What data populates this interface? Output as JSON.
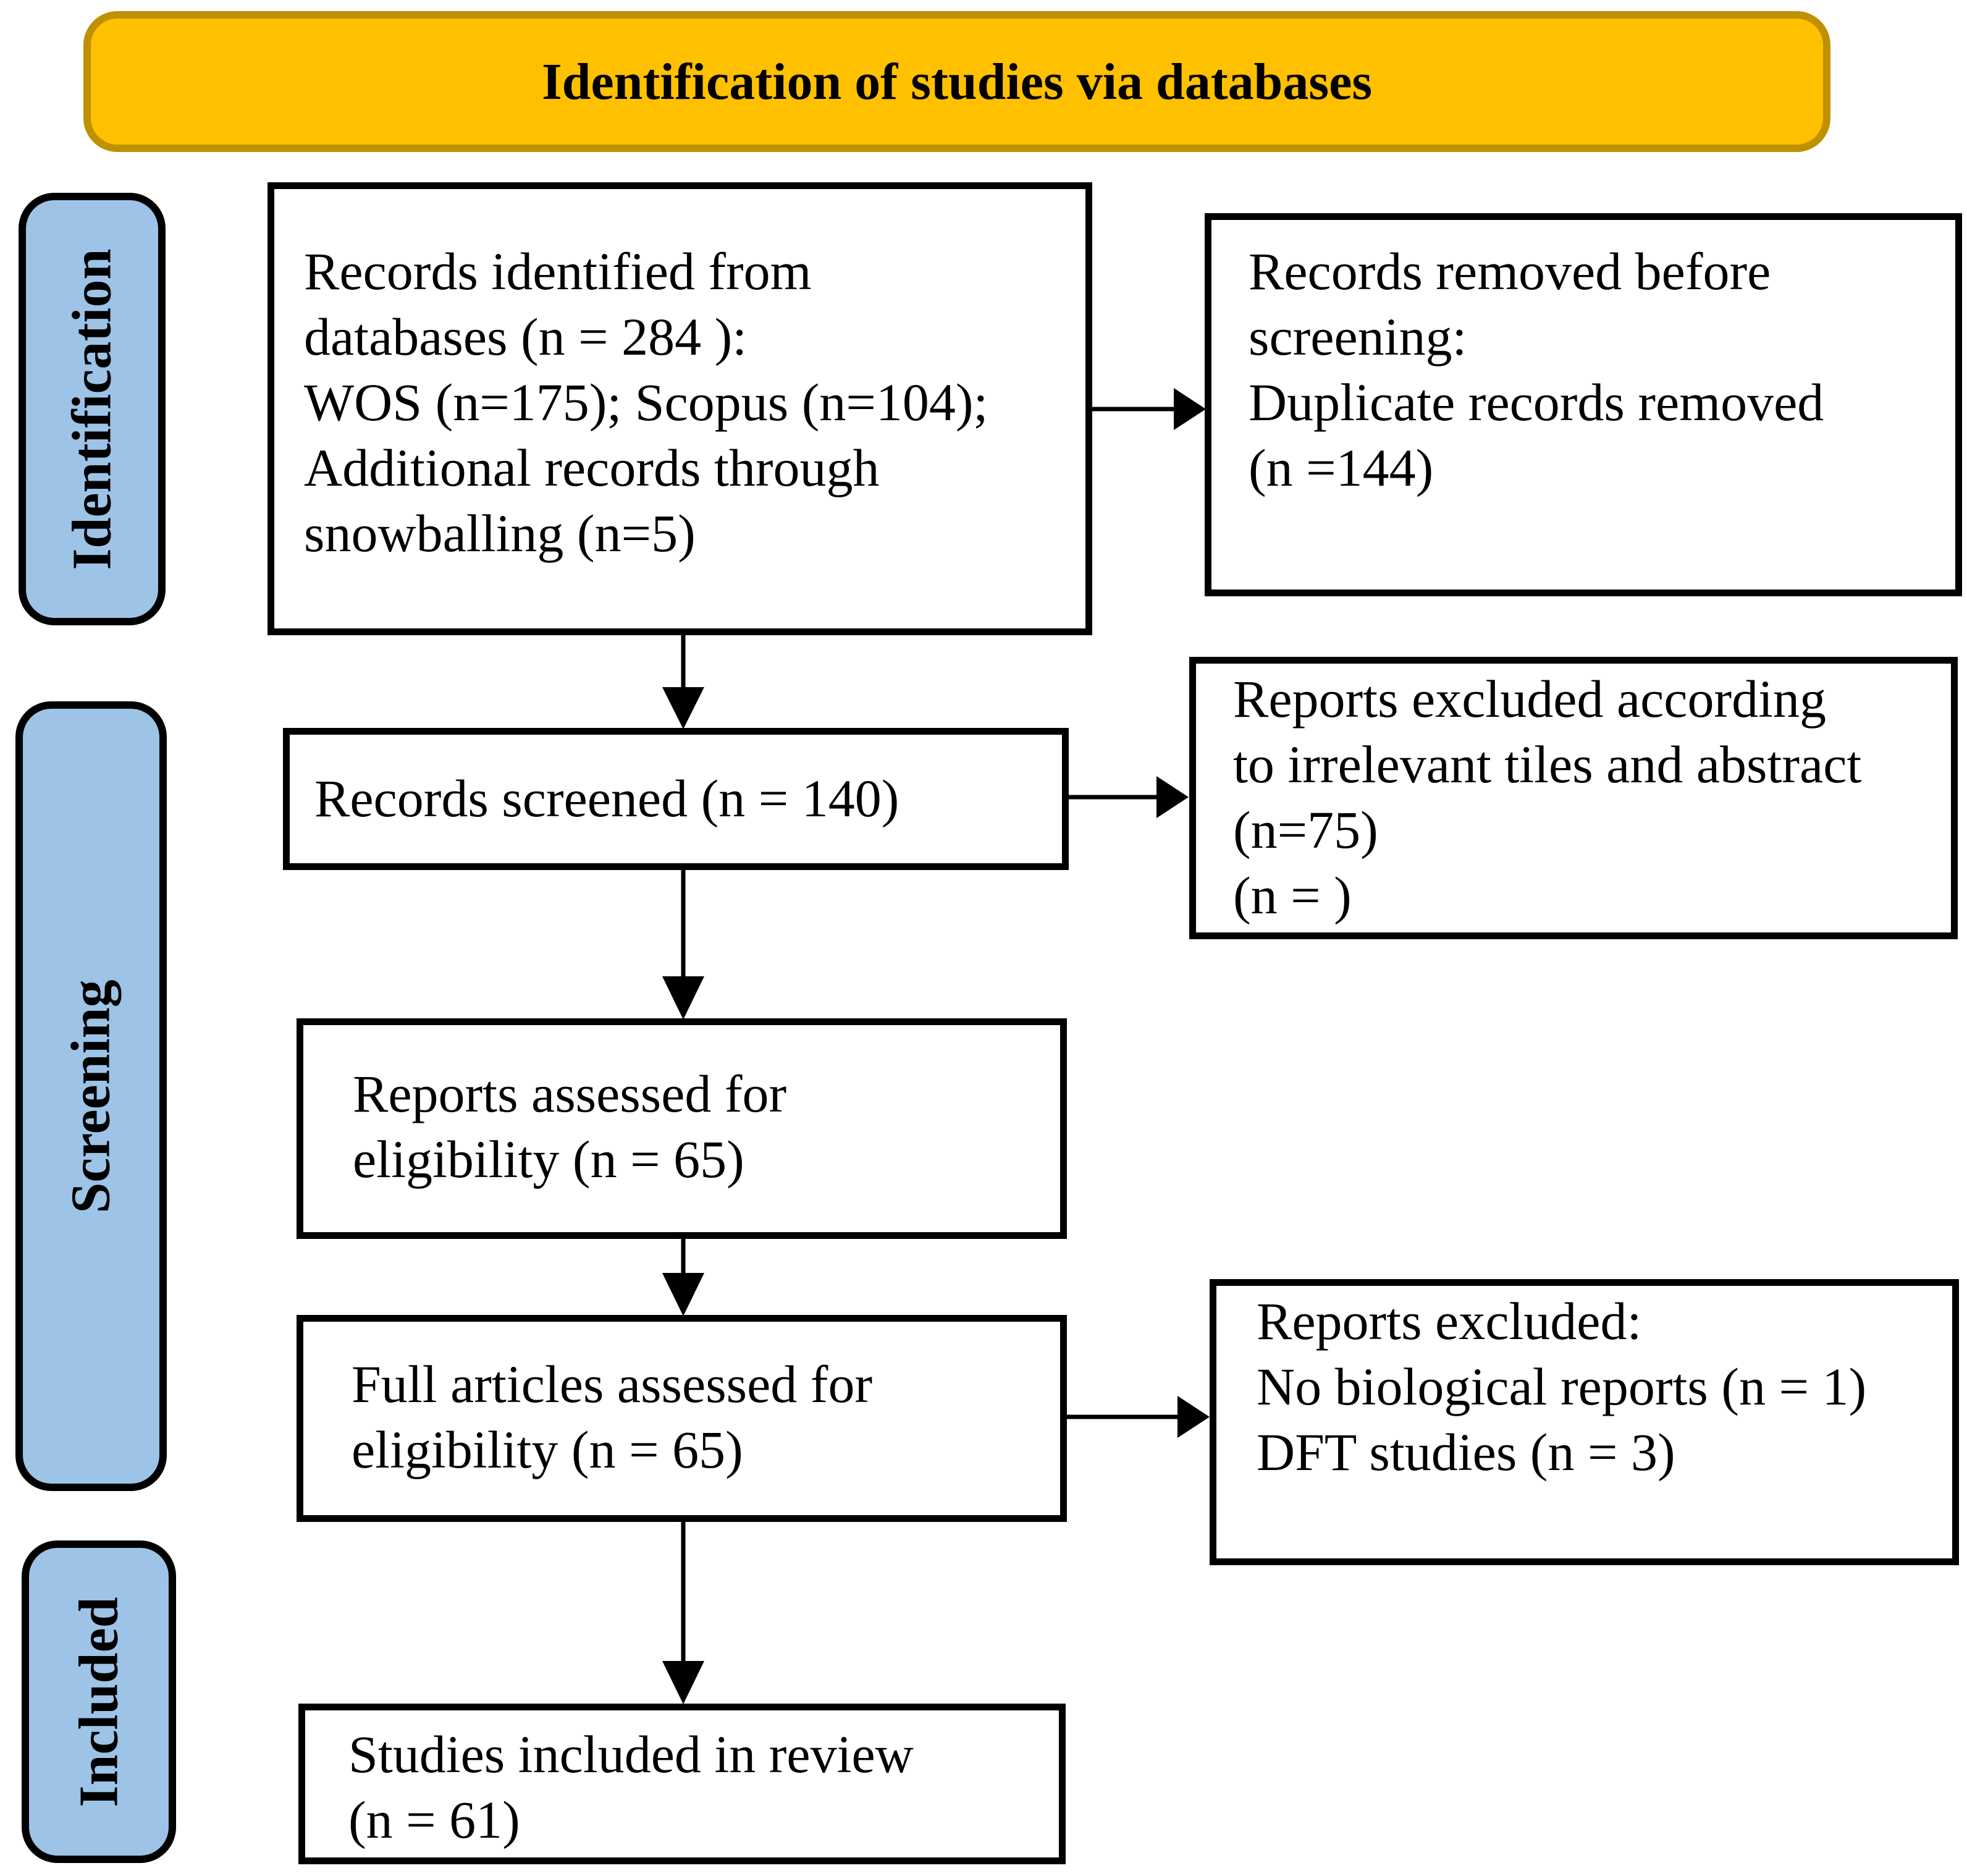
{
  "banner": {
    "title": "Identification of studies via databases"
  },
  "sidebar": {
    "items": [
      {
        "id": "identification",
        "label": "Identification"
      },
      {
        "id": "screening",
        "label": "Screening"
      },
      {
        "id": "included",
        "label": "Included"
      }
    ]
  },
  "flow": {
    "box1": {
      "lines": [
        "Records identified from",
        "databases (n = 284 ):",
        "WOS (n=175); Scopus (n=104);",
        "Additional records through",
        "snowballing (n=5)"
      ]
    },
    "box2": {
      "lines": [
        "Records screened (n = 140)"
      ]
    },
    "box3": {
      "lines": [
        "Reports assessed for",
        "eligibility (n = 65)"
      ]
    },
    "box4": {
      "lines": [
        "Full articles assessed for",
        "eligibility (n = 65)"
      ]
    },
    "box5": {
      "lines": [
        "Studies included in review",
        "(n = 61)"
      ]
    },
    "excl1": {
      "lines": [
        "Records removed before",
        "screening:",
        "Duplicate records removed",
        "(n =144)"
      ]
    },
    "excl2": {
      "lines": [
        "Reports excluded according",
        "to irrelevant tiles and abstract",
        "(n=75)",
        "(n = )"
      ]
    },
    "excl3": {
      "lines": [
        "Reports excluded:",
        "No biological reports (n = 1)",
        "DFT studies (n = 3)"
      ]
    }
  },
  "colors": {
    "banner_fill": "#FFC000",
    "banner_border": "#BF9000",
    "stage_label_fill": "#9DC3E6",
    "box_border": "#000000",
    "text": "#000000"
  }
}
